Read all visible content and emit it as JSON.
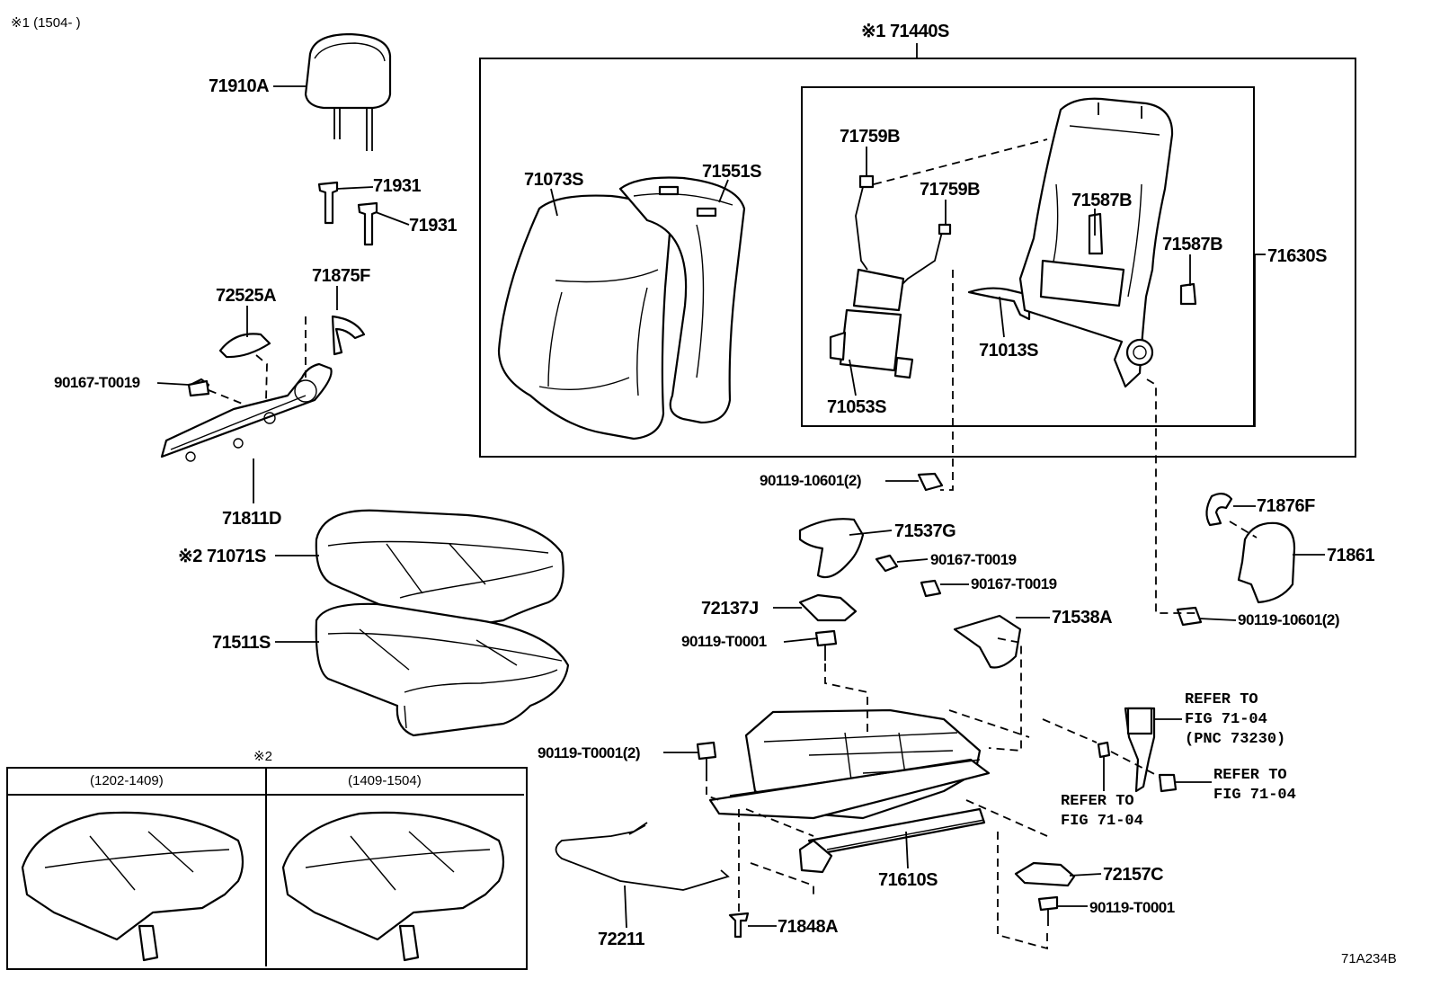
{
  "header_note": "※1 (1504-      )",
  "figure_code": "71A234B",
  "inset_title": "※2",
  "inset_panels": [
    {
      "label": "(1202-1409)"
    },
    {
      "label": "(1409-1504)"
    }
  ],
  "refer_notes": {
    "belt": "REFER TO\nFIG 71-04\n(PNC 73230)",
    "nut": "REFER TO\nFIG 71-04",
    "washer": "REFER TO\nFIG 71-04"
  },
  "parts": {
    "headrest": "71910A",
    "guide_1": "71931",
    "guide_2": "71931",
    "cover_72525A": "72525A",
    "cap_71875F": "71875F",
    "screw_left": "90167-T0019",
    "shield_71811D": "71811D",
    "cushion_cover": "※2 71071S",
    "cushion_pad": "71511S",
    "back_assy": "※1 71440S",
    "back_cover": "71073S",
    "back_pad": "71551S",
    "clip_1": "71759B",
    "clip_2": "71759B",
    "lumbar": "71053S",
    "frame_bracket": "71013S",
    "clip_3": "71587B",
    "clip_4": "71587B",
    "back_frame": "71630S",
    "bolt_upper": "90119-10601(2)",
    "cover_71537G": "71537G",
    "screw_mid_1": "90167-T0019",
    "screw_mid_2": "90167-T0019",
    "cover_72137J": "72137J",
    "bolt_t0001": "90119-T0001",
    "cover_71538A": "71538A",
    "bolt_t0001_2": "90119-T0001(2)",
    "cap_71876F": "71876F",
    "cover_71861": "71861",
    "bolt_right": "90119-10601(2)",
    "wire_72211": "72211",
    "adjuster": "71610S",
    "bolt_71848A": "71848A",
    "cover_72157C": "72157C",
    "bolt_t0001_3": "90119-T0001"
  }
}
